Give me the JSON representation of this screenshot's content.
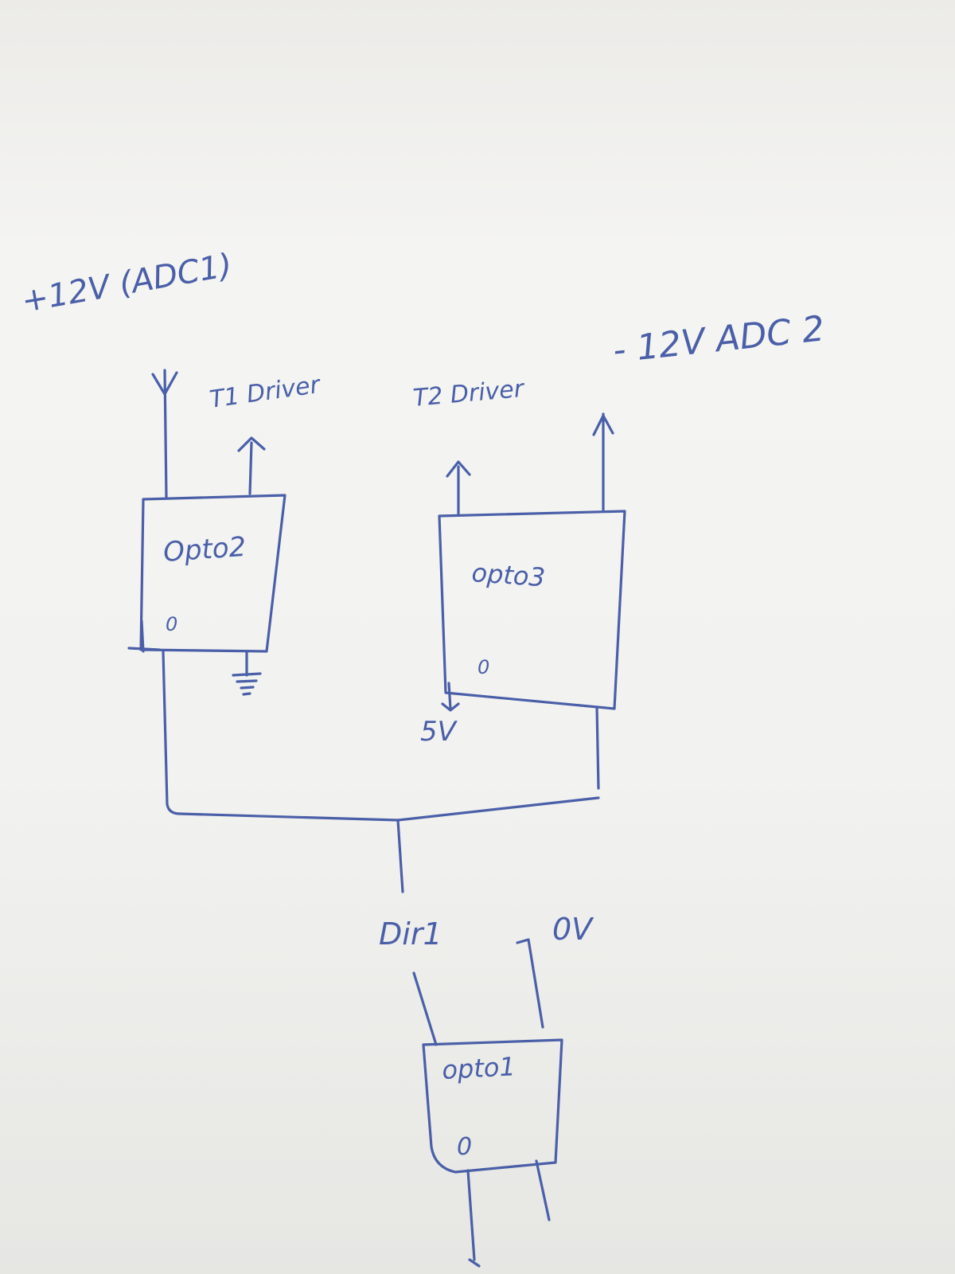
{
  "labels": {
    "plus12": "+12V (ADC1)",
    "minus12": "- 12V ADC 2",
    "t1": "T1 Driver",
    "t2": "T2 Driver",
    "opto2": "Opto2",
    "opto3": "opto3",
    "opto1": "opto1",
    "pin0_a": "0",
    "pin0_b": "0",
    "pin0_c": "0",
    "five_v": "5V",
    "dir1": "Dir1",
    "zero_v": "0V"
  },
  "colors": {
    "ink": "#4a5fa8",
    "paper": "#f2f2f0"
  }
}
